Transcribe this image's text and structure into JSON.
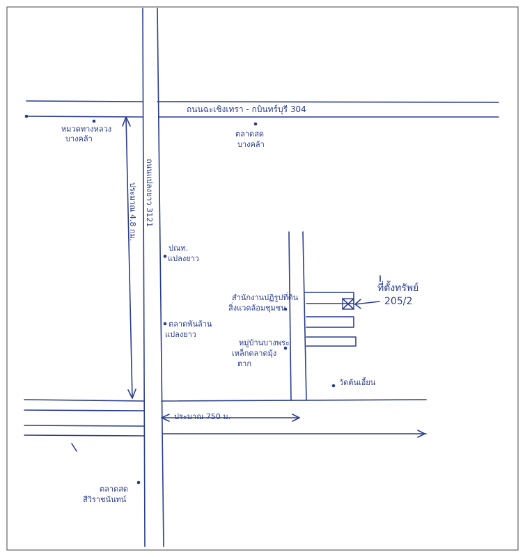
{
  "map": {
    "road_top": "ถนนฉะเชิงเทรา - กบินทร์บุรี  304",
    "road_vertical": "ถนนแปลงยาว 3121",
    "distance_vertical": "ประมาณ  4.8  กม.",
    "distance_horizontal": "ประมาณ  750 ม.",
    "site_label_line1": "ที่ตั้งทรัพย์",
    "site_label_line2": "205/2",
    "places": [
      {
        "id": "police",
        "lines": [
          "หมวดทางหลวง",
          "บางคล้า"
        ]
      },
      {
        "id": "market_bangkhla",
        "lines": [
          "ตลาดสด",
          "บางคล้า"
        ]
      },
      {
        "id": "post_office",
        "lines": [
          "ปณท.",
          "แปลงยาว"
        ]
      },
      {
        "id": "market_phanlan",
        "lines": [
          "ตลาดพันล้าน",
          "แปลงยาว"
        ]
      },
      {
        "id": "agri_office",
        "lines": [
          "สำนักงานปฏิรูปที่ดิน",
          "สิ่งแวดล้อมชุมชน"
        ]
      },
      {
        "id": "village",
        "lines": [
          "หมู่บ้านบางพระ",
          "เหล็กตลาดมุ้ง",
          "ตาก"
        ]
      },
      {
        "id": "temple",
        "lines": [
          "วัดต้นเอี้ยน"
        ]
      },
      {
        "id": "market_bottom",
        "lines": [
          "ตลาดสด",
          "สีวิราชนันทน์"
        ]
      }
    ]
  }
}
